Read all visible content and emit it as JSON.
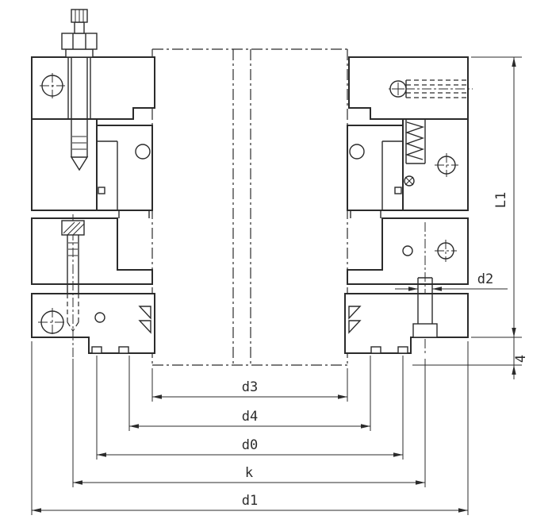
{
  "style": {
    "background": "#ffffff",
    "line_color": "#2b2b2b"
  },
  "drawing": {
    "type": "sectional technical drawing of a die / clamping tool assembly",
    "views": [
      "left half section",
      "right half section",
      "central phantom column"
    ]
  },
  "dimension_labels": {
    "d3": "d3",
    "d4": "d4",
    "d0": "d0",
    "k": "k",
    "d1": "d1",
    "L1": "L1",
    "d2": "d2",
    "offset_4": "4"
  }
}
